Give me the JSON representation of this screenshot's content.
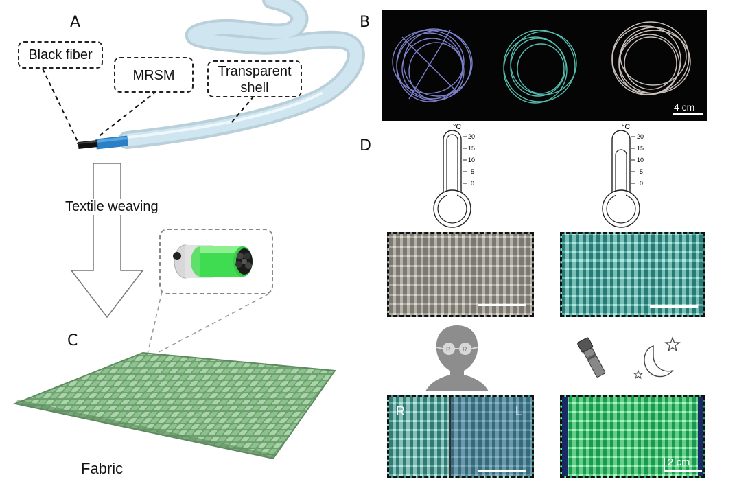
{
  "panels": {
    "a": {
      "letter": "A",
      "callouts": {
        "black_fiber": "Black fiber",
        "mrsm": "MRSM",
        "shell_line1": "Transparent",
        "shell_line2": "shell"
      },
      "arrow_label": "Textile weaving"
    },
    "b": {
      "letter": "B",
      "scale_bar": "4 cm"
    },
    "c": {
      "letter": "C",
      "fabric_label": "Fabric"
    },
    "d": {
      "letter": "D",
      "thermometer_unit": "°C",
      "thermometer_ticks": [
        "20",
        "15",
        "10",
        "5",
        "0"
      ],
      "eye_letters": [
        "R",
        "R"
      ],
      "photo_left_label": "R",
      "photo_right_label": "L",
      "scale_bar": "2 cm"
    }
  },
  "colors": {
    "fiber_shell": "#a9cfe0",
    "mrsm_blue": "#2b7fc4",
    "fabric_green": "#8fc490",
    "glow_green": "#3fe07a",
    "cyan_fiber": "#5fd3c4"
  }
}
